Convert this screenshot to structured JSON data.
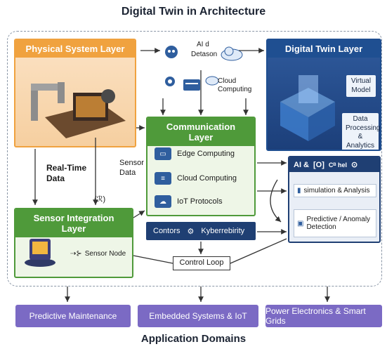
{
  "title": "Digital Twin in Architecture",
  "bottom_title": "Application Domains",
  "layers": {
    "physical": "Physical System Layer",
    "twin": "Digital Twin Layer",
    "communication": "Communication Layer",
    "sensor": "Sensor Integration Layer"
  },
  "twin_tags": {
    "virtual_model": "Virtual Model",
    "data_processing": "Data Processing & Analytics"
  },
  "top_labels": {
    "ai": "AI d",
    "dataset": "Detason",
    "cloud": "Cloud Computing"
  },
  "comm_items": [
    "Edge Computing",
    "Cloud Computing",
    "IoT Protocols"
  ],
  "side_labels": {
    "realtime": "Real-Time Data",
    "sensor_data": "Sensor Data",
    "glyph": "(ℛ)"
  },
  "sensor_node": "Sensor Node",
  "control_bar": {
    "left": "Contors",
    "right": "Kyberrebirity"
  },
  "control_loop": "Control Loop",
  "ai_panel": {
    "header": [
      "AI &",
      "[O]",
      "Cᴮ hel",
      "⊙"
    ],
    "items": [
      "simulation & Analysis",
      "Predictive / Anomaly Detection"
    ]
  },
  "domains": [
    "Predictive Maintenance",
    "Embedded Systems & IoT",
    "Power Electronics & Smart Grids"
  ],
  "colors": {
    "physical": "#f0a23f",
    "communication": "#4f9a3a",
    "twin": "#1f4f91",
    "domain": "#7b6ac4"
  }
}
